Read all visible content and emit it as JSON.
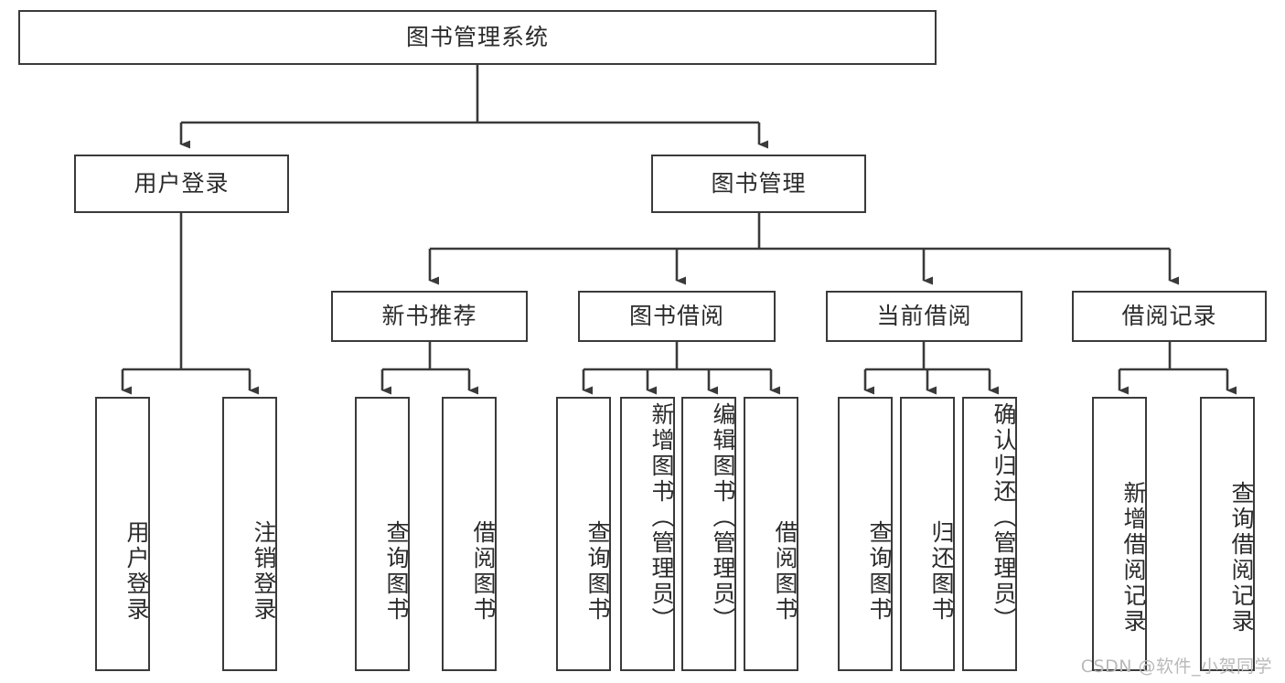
{
  "diagram": {
    "title": "图书管理系统",
    "type": "tree-hierarchy-chart",
    "root": {
      "label": "图书管理系统"
    },
    "level1": [
      {
        "label": "用户登录"
      },
      {
        "label": "图书管理"
      }
    ],
    "level2": [
      {
        "label": "新书推荐"
      },
      {
        "label": "图书借阅"
      },
      {
        "label": "当前借阅"
      },
      {
        "label": "借阅记录"
      }
    ],
    "leaves": {
      "user_login": [
        {
          "label": "用户登录"
        },
        {
          "label": "注销登录"
        }
      ],
      "new_book_recommend": [
        {
          "label": "查询图书"
        },
        {
          "label": "借阅图书"
        }
      ],
      "book_borrow": [
        {
          "label": "查询图书"
        },
        {
          "label": "新增图书（管理员）"
        },
        {
          "label": "编辑图书（管理员）"
        },
        {
          "label": "借阅图书"
        }
      ],
      "current_borrow": [
        {
          "label": "查询图书"
        },
        {
          "label": "归还图书"
        },
        {
          "label": "确认归还（管理员）"
        }
      ],
      "borrow_record": [
        {
          "label": "新增借阅记录"
        },
        {
          "label": "查询借阅记录"
        }
      ]
    }
  },
  "watermark": {
    "text": "CSDN @软件_小贺同学"
  },
  "colors": {
    "stroke": "#3a3a3a",
    "text": "#2b2b2b",
    "background": "#ffffff",
    "watermark": "#b9b9b9"
  }
}
